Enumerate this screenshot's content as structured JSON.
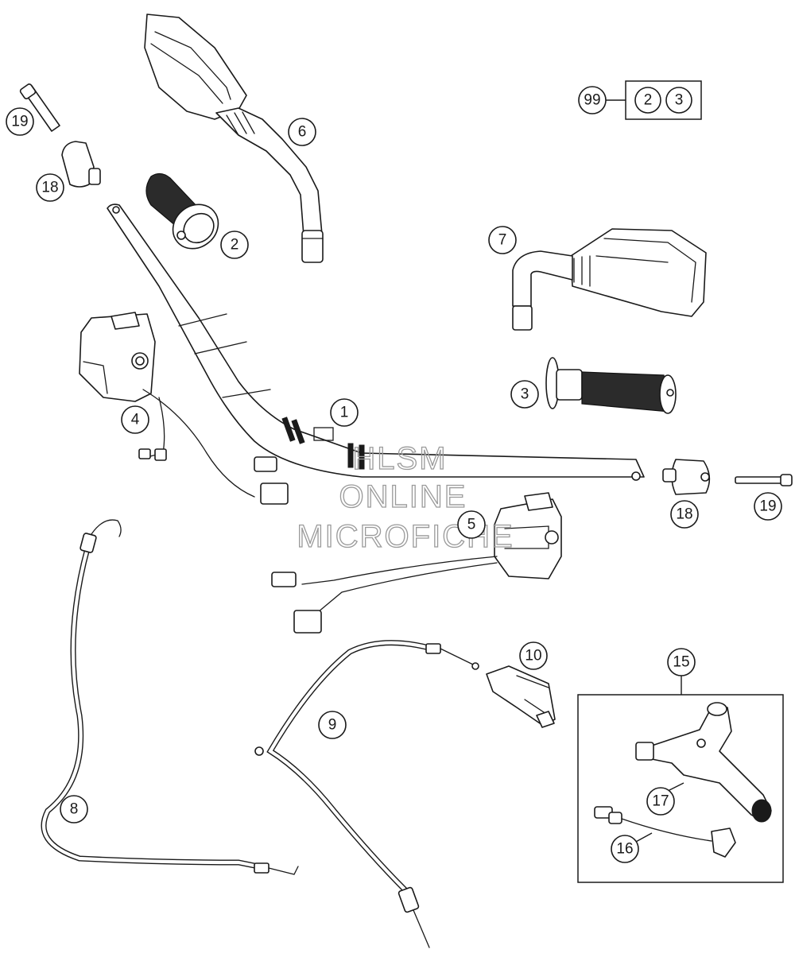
{
  "callouts": {
    "c1": "1",
    "c2": "2",
    "c3": "3",
    "c4": "4",
    "c5": "5",
    "c6": "6",
    "c7": "7",
    "c8": "8",
    "c9": "9",
    "c10": "10",
    "c15": "15",
    "c16": "16",
    "c17": "17",
    "c18a": "18",
    "c18b": "18",
    "c19a": "19",
    "c19b": "19"
  },
  "kit": {
    "id": "99",
    "parts": [
      "2",
      "3"
    ]
  },
  "watermark": {
    "line1": "HLSM",
    "line2": "ONLINE",
    "line3": "MICROFICHE"
  }
}
